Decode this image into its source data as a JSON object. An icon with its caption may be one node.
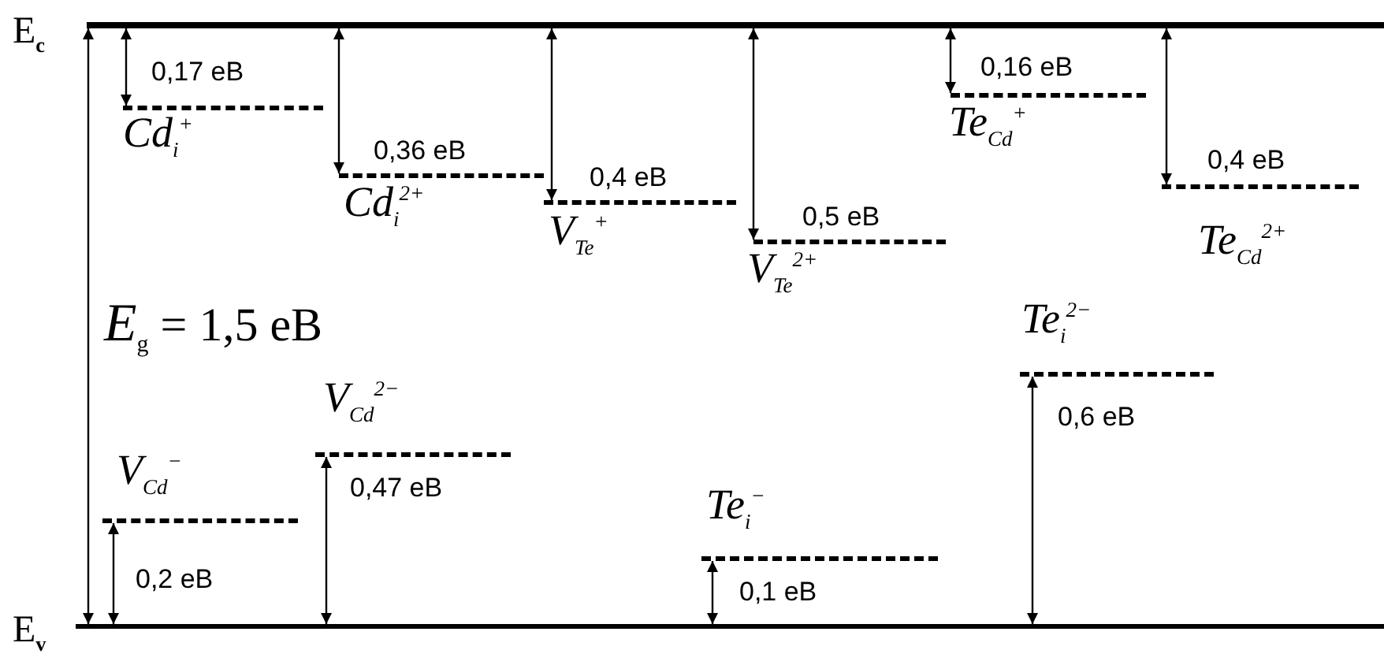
{
  "diagram": {
    "nodes": [
      {
        "text": [],
        "shape": "bar",
        "beside": [
          "E$_{c}$"
        ]
      },
      {
        "text": [],
        "shape": "bar",
        "beside": [
          "E$_{v}$"
        ]
      },
      {
        "text": [],
        "shape": "bar",
        "beside": [
          "Cd$_{i}$$^{+}$"
        ]
      },
      {
        "text": [],
        "shape": "bar",
        "beside": [
          "Cd$_{i}$$^{2+}$"
        ]
      },
      {
        "text": [],
        "shape": "bar",
        "beside": [
          "V$_{Te}$$^{+}$"
        ]
      },
      {
        "text": [],
        "shape": "bar",
        "beside": [
          "V$_{Te}$$^{2+}$"
        ]
      },
      {
        "text": [],
        "shape": "bar",
        "beside": [
          "Te$_{Cd}$$^{+}$"
        ]
      },
      {
        "text": [],
        "shape": "bar",
        "beside": [
          "Te$_{Cd}$$^{2+}$"
        ]
      },
      {
        "text": [],
        "shape": "bar",
        "beside": [
          "Te$_{i}$$^{2−}$"
        ]
      },
      {
        "text": [],
        "shape": "bar",
        "beside": [
          "V$_{Cd}$$^{2−}$"
        ]
      },
      {
        "text": [],
        "shape": "bar",
        "beside": [
          "V$_{Cd}$$^{−}$"
        ]
      },
      {
        "text": [],
        "shape": "bar",
        "beside": [
          "Te$_{i}$$^{−}$"
        ]
      }
    ],
    "edges": [
      {
        "from": 0,
        "to": 2,
        "arrow": "both",
        "label": "0,17 eB"
      },
      {
        "from": 0,
        "to": 3,
        "arrow": "both",
        "label": "0,36 eB"
      },
      {
        "from": 0,
        "to": 4,
        "arrow": "both",
        "label": "0,4 eB"
      },
      {
        "from": 0,
        "to": 5,
        "arrow": "both",
        "label": "0,5 eB"
      },
      {
        "from": 0,
        "to": 6,
        "arrow": "both",
        "label": "0,16 eB"
      },
      {
        "from": 0,
        "to": 7,
        "arrow": "both",
        "label": "0,4 eB"
      },
      {
        "from": 1,
        "to": 8,
        "arrow": "both",
        "label": "0,6 eB"
      },
      {
        "from": 1,
        "to": 9,
        "arrow": "both",
        "label": "0,47 eB"
      },
      {
        "from": 1,
        "to": 10,
        "arrow": "both",
        "label": "0,2 eB"
      },
      {
        "from": 1,
        "to": 11,
        "arrow": "both",
        "label": "0,1 eB"
      },
      {
        "from": 1,
        "to": 0,
        "arrow": "both",
        "label": "*E*$_{g}$ = 1,5 eB"
      }
    ]
  }
}
